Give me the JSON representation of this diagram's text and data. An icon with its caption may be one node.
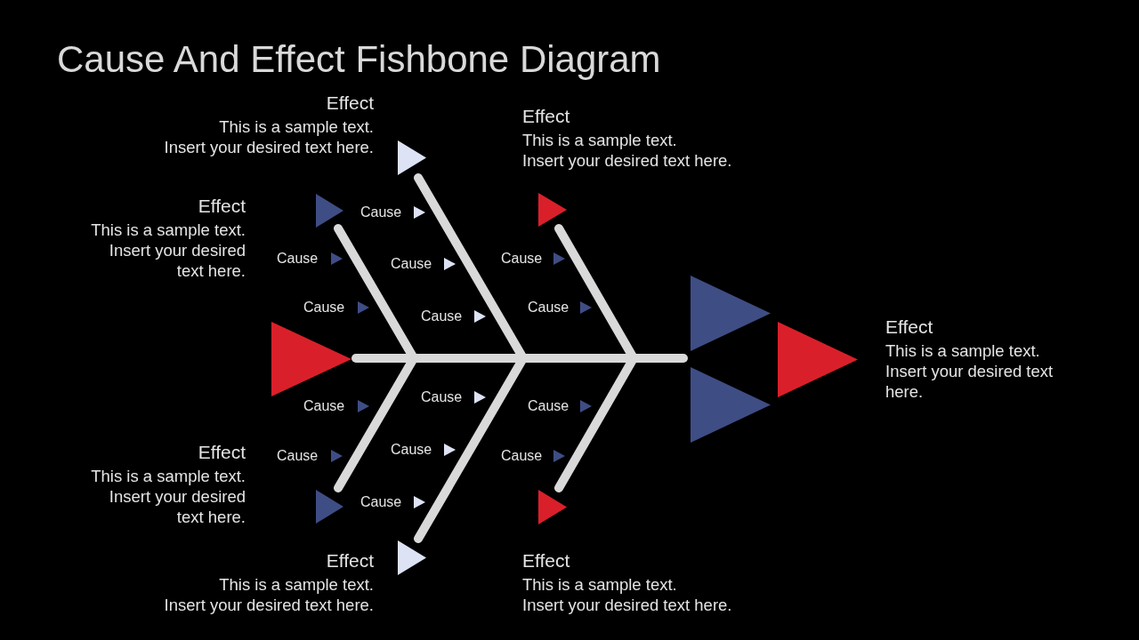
{
  "diagram": {
    "title": "Cause And Effect Fishbone Diagram",
    "nodes": [
      {
        "text": [
          "Effect",
          "This is a sample text. Insert your desired text here."
        ]
      },
      {
        "text": [
          "Effect",
          "This is a sample text. Insert your desired text here."
        ]
      },
      {
        "text": [
          "Effect",
          "This is a sample text. Insert your desired text here."
        ]
      },
      {
        "text": [
          "Effect",
          "This is a sample text. Insert your desired text here."
        ]
      },
      {
        "text": [
          "Effect",
          "This is a sample text. Insert your desired text here."
        ]
      },
      {
        "text": [
          "Effect",
          "This is a sample text. Insert your desired text here."
        ]
      },
      {
        "text": [
          "Effect",
          "This is a sample text. Insert your desired text here."
        ]
      }
    ],
    "labels": [
      "Cause",
      "Cause",
      "Cause",
      "Cause",
      "Cause",
      "Cause",
      "Cause",
      "Cause",
      "Cause",
      "Cause",
      "Cause",
      "Cause",
      "Cause",
      "Cause"
    ]
  }
}
